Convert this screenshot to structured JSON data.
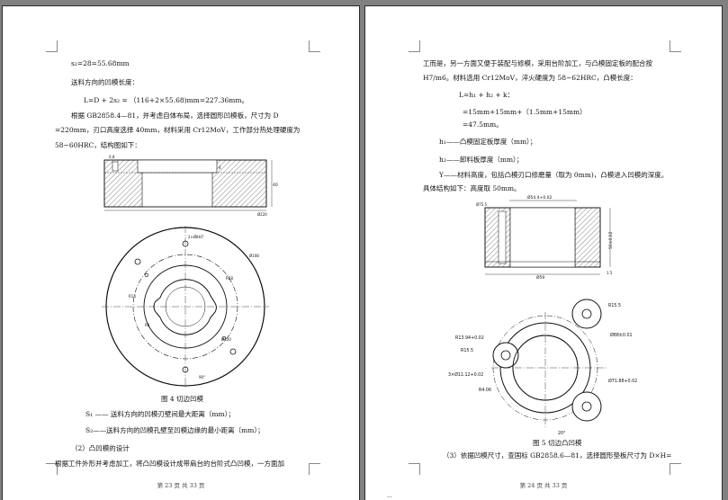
{
  "page1": {
    "lines": [
      "s₂=28=55.68mm",
      "送料方向的凹模长度：",
      "L=D + 2s₂ = （116+2×55.68)mm=227.36mm。",
      "根据 GB2858.4—81，并考虑自体布局，选择圆形凹模板，尺寸为 D",
      "=220mm，刃口高度选择 40mm，材料采用 Cr12MoV，工作部分热处理硬度为",
      "58~60HRC，结构图如下：",
      "图 4  切边凹模",
      "S₁ —— 送料方向的凹模刃壁间最大距离（mm）；",
      "S₂——送料方向的凹模孔壁至凹模边缘的最小距离（mm）；",
      "（2）凸凹模的设计",
      "根据工件外形并考虑加工，将凸凹模设计成带肩台的台阶式凸凹模，一方面加"
    ],
    "footer": "第 23 页 共 33 页",
    "drawing_labels": {
      "sec_left": "0.8",
      "sec_top": "4",
      "sec_right": "40",
      "sec_bottom": "Ø220",
      "plan_a": "2×Ø8H7",
      "plan_b": "Ø108",
      "plan_c": "R58",
      "plan_d": "R14",
      "plan_e": "R6",
      "plan_f": "Ø120",
      "plan_g": "90°"
    }
  },
  "page2": {
    "lines": [
      "工而是，另一方面又便于装配与修模，采用台阶加工，与凸模固定板的配合按",
      "H7/m6。材料选用 Cr12MoV，淬火硬度为 58~62HRC，凸模长度：",
      "L=h₁ + h₂ + k：",
      "=15mm+15mm+（1.5mm+15mm）",
      "=47.5mm。",
      "h₁——凸模固定板厚度（mm）；",
      "h₂——卸料板厚度（mm）；",
      "Y——材料高度，包括凸模刃口修磨量（取为 0mm)，凸模进入凹模的深度。",
      "具体结构如下：高度取 50mm。",
      "图 5  切边凸凹模",
      "（3）依据凹模尺寸，查国标 GB2858.6—81，选择圆形垫板尺寸为 D×H="
    ],
    "footer": "第 24 页 共 33 页",
    "drawing_labels": {
      "sec_top": "Ø54.4+0.02",
      "sec_left": "Ø75.5",
      "sec_right": "50±0.02",
      "sec_bottom": "Ø59",
      "sec_bottom_right": "1.5",
      "plan_r15": "R15.5",
      "plan_r13": "R13.94+0.02",
      "plan_r155b": "R15.5",
      "plan_d88": "Ø88±0.01",
      "plan_3x": "3×Ø11.12+0.02",
      "plan_d71": "Ø71.88+0.02",
      "plan_r4": "R4.06",
      "plan_20": "20°"
    }
  },
  "bottom_mark": "..."
}
